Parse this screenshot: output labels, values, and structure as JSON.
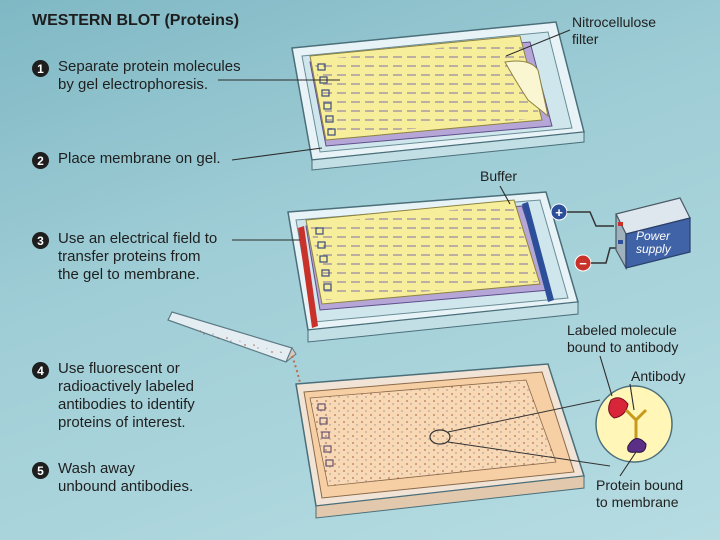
{
  "title": "WESTERN BLOT (Proteins)",
  "steps": [
    {
      "num": "1",
      "text": "Separate protein molecules\nby gel electrophoresis."
    },
    {
      "num": "2",
      "text": "Place membrane on gel."
    },
    {
      "num": "3",
      "text": "Use an electrical field to\ntransfer proteins from\nthe gel to membrane."
    },
    {
      "num": "4",
      "text": "Use fluorescent or\nradioactively labeled\nantibodies to identify\nproteins of interest."
    },
    {
      "num": "5",
      "text": "Wash away\nunbound antibodies."
    }
  ],
  "labels": {
    "nitrocellulose": "Nitrocellulose\nfilter",
    "buffer": "Buffer",
    "power_supply": "Power\nsupply",
    "plus": "+",
    "minus": "−",
    "labeled_molecule": "Labeled molecule\nbound to antibody",
    "antibody": "Antibody",
    "protein_bound": "Protein bound\nto membrane"
  },
  "colors": {
    "tray_rim": "#e7f3f6",
    "gel_yellow": "#f7ee9c",
    "membrane_purple": "#b6a6d8",
    "gel_peach": "#f6cfa5",
    "red_electrode": "#c8322a",
    "blue_electrode": "#2d4f9a"
  }
}
